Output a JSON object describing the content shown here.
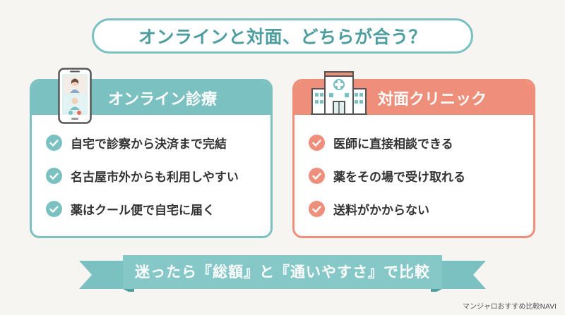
{
  "title": "オンラインと対面、どちらが合う？",
  "online": {
    "heading": "オンライン診療",
    "items": [
      "自宅で診察から決済まで完結",
      "名古屋市外からも利用しやすい",
      "薬はクール便で自宅に届く"
    ]
  },
  "clinic": {
    "heading": "対面クリニック",
    "items": [
      "医師に直接相談できる",
      "薬をその場で受け取れる",
      "送料がかからない"
    ]
  },
  "banner": "迷ったら『総額』と『通いやすさ』で比較",
  "footer": "マンジャロおすすめ比較NAVI",
  "colors": {
    "teal": "#7cc1c2",
    "coral": "#ee8f7c",
    "background": "#f7f5f1"
  },
  "icons": {
    "online": "smartphone-video-call-icon",
    "clinic": "hospital-building-icon",
    "check": "check-circle-icon"
  }
}
